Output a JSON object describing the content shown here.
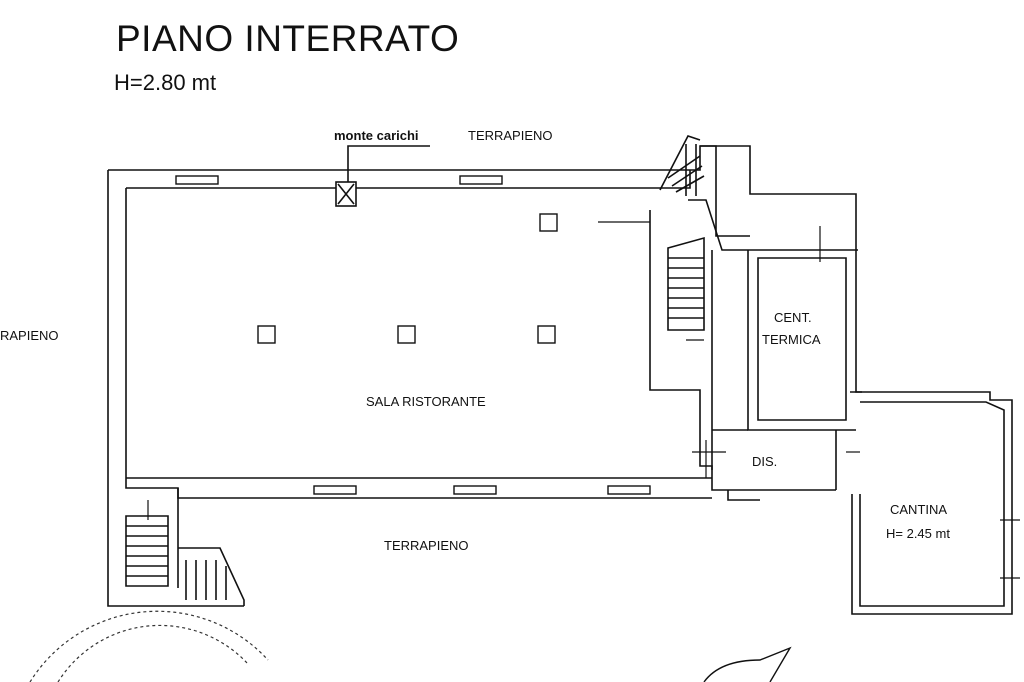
{
  "title": "PIANO INTERRATO",
  "height_note": "H=2.80 mt",
  "labels": {
    "monte_carichi": "monte carichi",
    "terrapieno_top": "TERRAPIENO",
    "terrapieno_left": "RAPIENO",
    "terrapieno_bottom": "TERRAPIENO",
    "sala_ristorante": "SALA RISTORANTE",
    "cent_termica_1": "CENT.",
    "cent_termica_2": "TERMICA",
    "dis": "DIS.",
    "cantina": "CANTINA",
    "cantina_height": "H= 2.45 mt"
  },
  "colors": {
    "ink": "#111111",
    "paper": "#ffffff"
  }
}
